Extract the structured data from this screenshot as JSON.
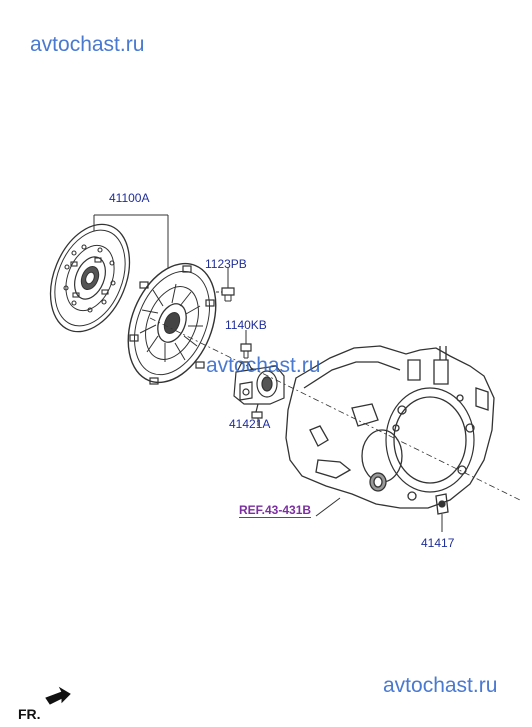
{
  "watermarks": {
    "top": "avtochast.ru",
    "middle": "avtochast.ru",
    "bottom": "avtochast.ru"
  },
  "parts": {
    "clutch_set": "41100A",
    "bolt": "1123PB",
    "bolt_release": "1140KB",
    "release_cylinder": "41421A",
    "ref": "REF.43-431B",
    "plug": "41417"
  },
  "orientation": "FR.",
  "colors": {
    "watermark": "#2a62c9",
    "label": "#1f2e9a",
    "ref": "#7b2fa0",
    "line": "#333333"
  }
}
